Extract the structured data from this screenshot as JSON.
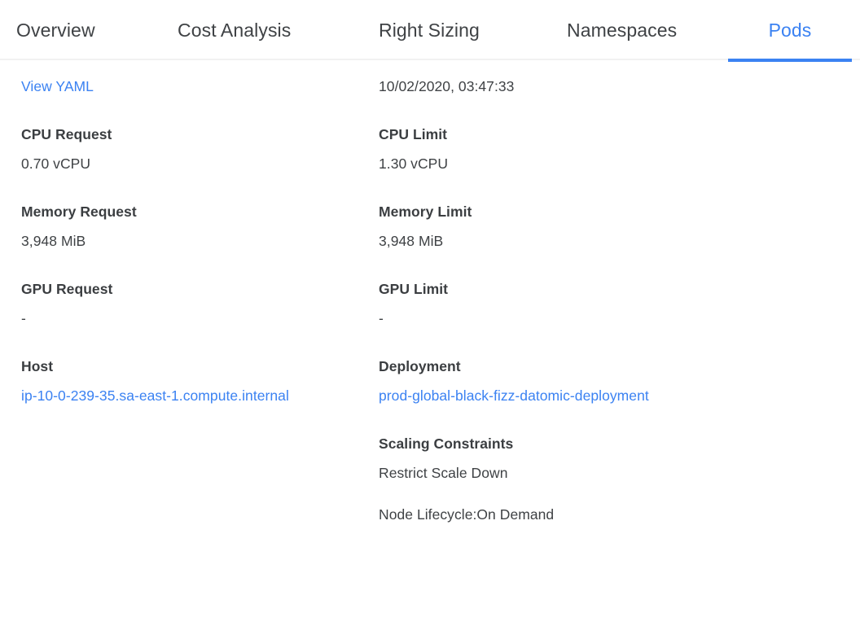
{
  "tabs": [
    {
      "id": "overview",
      "label": "Overview",
      "active": false
    },
    {
      "id": "cost",
      "label": "Cost Analysis",
      "active": false
    },
    {
      "id": "right-sizing",
      "label": "Right Sizing",
      "active": false
    },
    {
      "id": "namespaces",
      "label": "Namespaces",
      "active": false
    },
    {
      "id": "pods",
      "label": "Pods",
      "active": true
    }
  ],
  "colors": {
    "accent": "#3b82f2",
    "link": "#3b82f2",
    "text": "#3f4245",
    "label": "#3b3e41",
    "divider": "#f1f1f1",
    "background": "#ffffff"
  },
  "left_column": {
    "view_yaml_link": "View YAML",
    "fields": [
      {
        "label": "CPU Request",
        "value": "0.70 vCPU"
      },
      {
        "label": "Memory Request",
        "value": "3,948 MiB"
      },
      {
        "label": "GPU Request",
        "value": "-"
      },
      {
        "label": "Host",
        "value": "ip-10-0-239-35.sa-east-1.compute.internal",
        "is_link": true
      }
    ]
  },
  "right_column": {
    "timestamp": "10/02/2020, 03:47:33",
    "fields": [
      {
        "label": "CPU Limit",
        "value": "1.30 vCPU"
      },
      {
        "label": "Memory Limit",
        "value": "3,948 MiB"
      },
      {
        "label": "GPU Limit",
        "value": "-"
      },
      {
        "label": "Deployment",
        "value": "prod-global-black-fizz-datomic-deployment",
        "is_link": true
      }
    ],
    "scaling_constraints": {
      "label": "Scaling Constraints",
      "items": [
        "Restrict Scale Down",
        "Node Lifecycle:On Demand"
      ]
    }
  }
}
